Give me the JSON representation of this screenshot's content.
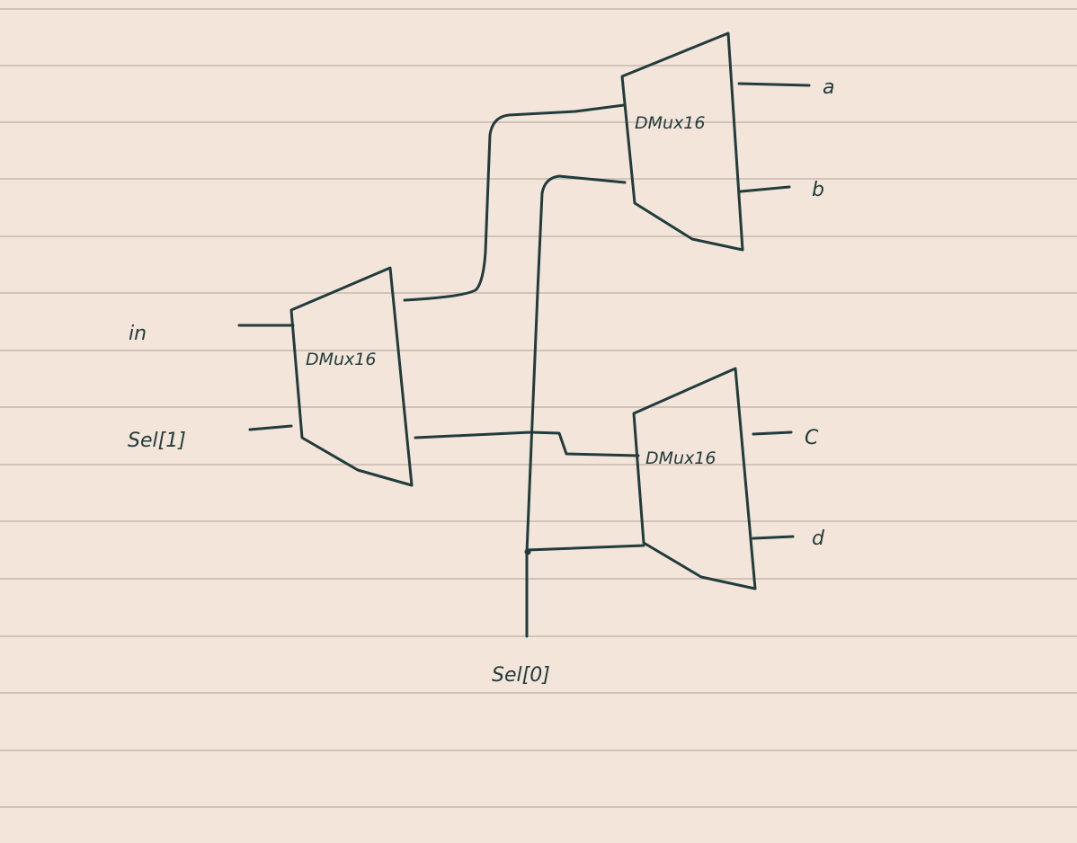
{
  "inputs": {
    "in": "in",
    "sel1": "Sel[1]",
    "sel0": "Sel[0]"
  },
  "blocks": [
    {
      "label": "DMux16"
    },
    {
      "label": "DMux16"
    },
    {
      "label": "DMux16"
    }
  ],
  "outputs": {
    "a": "a",
    "b": "b",
    "c": "C",
    "d": "d"
  },
  "colors": {
    "paper": "#f4e5da",
    "ruled_line": "#d2c3b8",
    "ink": "#203c3c"
  }
}
